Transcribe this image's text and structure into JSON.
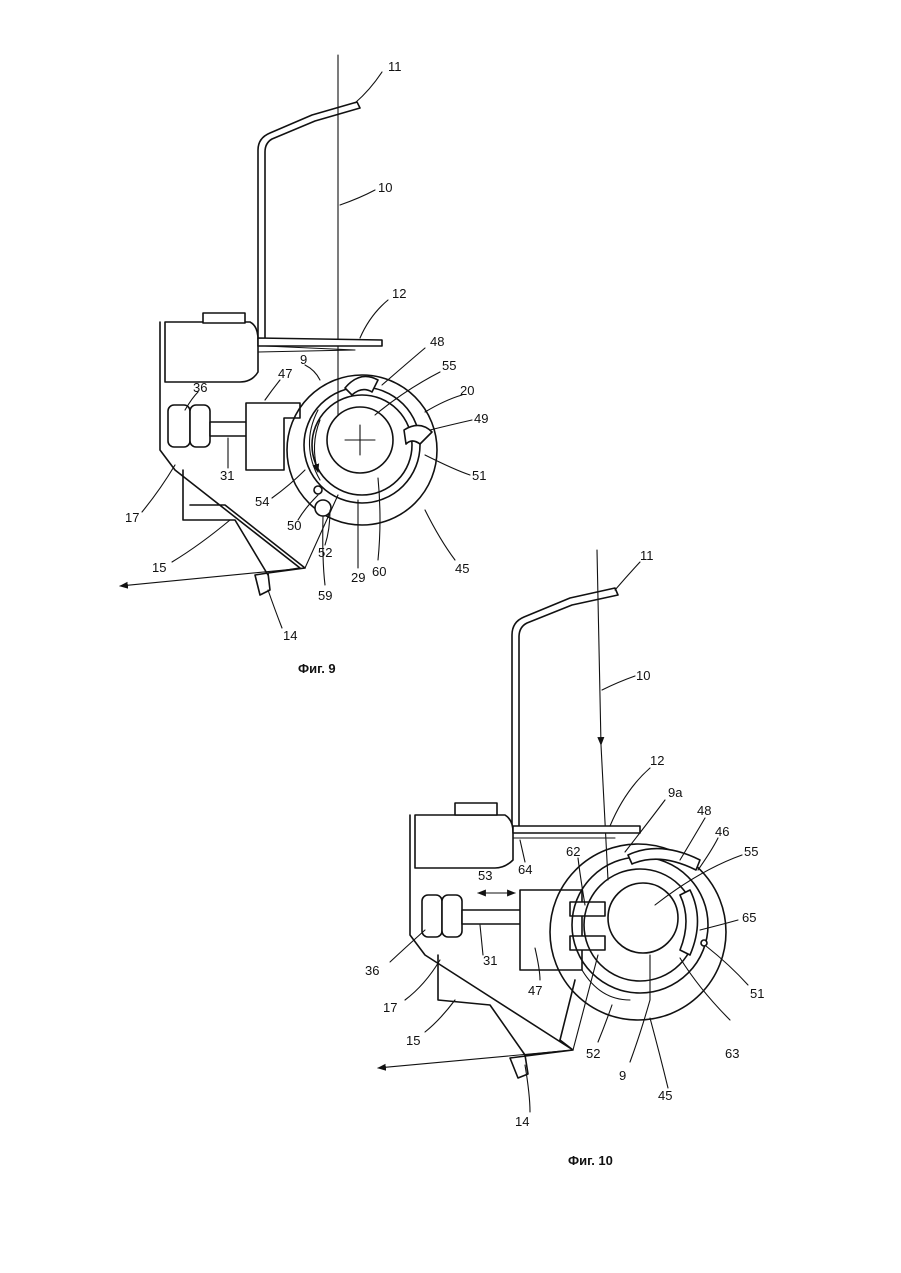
{
  "figures": [
    {
      "caption": "Фиг. 9",
      "labels": [
        "11",
        "10",
        "12",
        "48",
        "55",
        "20",
        "49",
        "51",
        "9",
        "47",
        "36",
        "31",
        "17",
        "54",
        "50",
        "52",
        "15",
        "29",
        "60",
        "45",
        "59",
        "14"
      ]
    },
    {
      "caption": "Фиг. 10",
      "labels": [
        "11",
        "10",
        "12",
        "9a",
        "48",
        "46",
        "55",
        "62",
        "53",
        "64",
        "65",
        "36",
        "31",
        "47",
        "51",
        "17",
        "15",
        "52",
        "63",
        "9",
        "45",
        "14"
      ]
    }
  ]
}
